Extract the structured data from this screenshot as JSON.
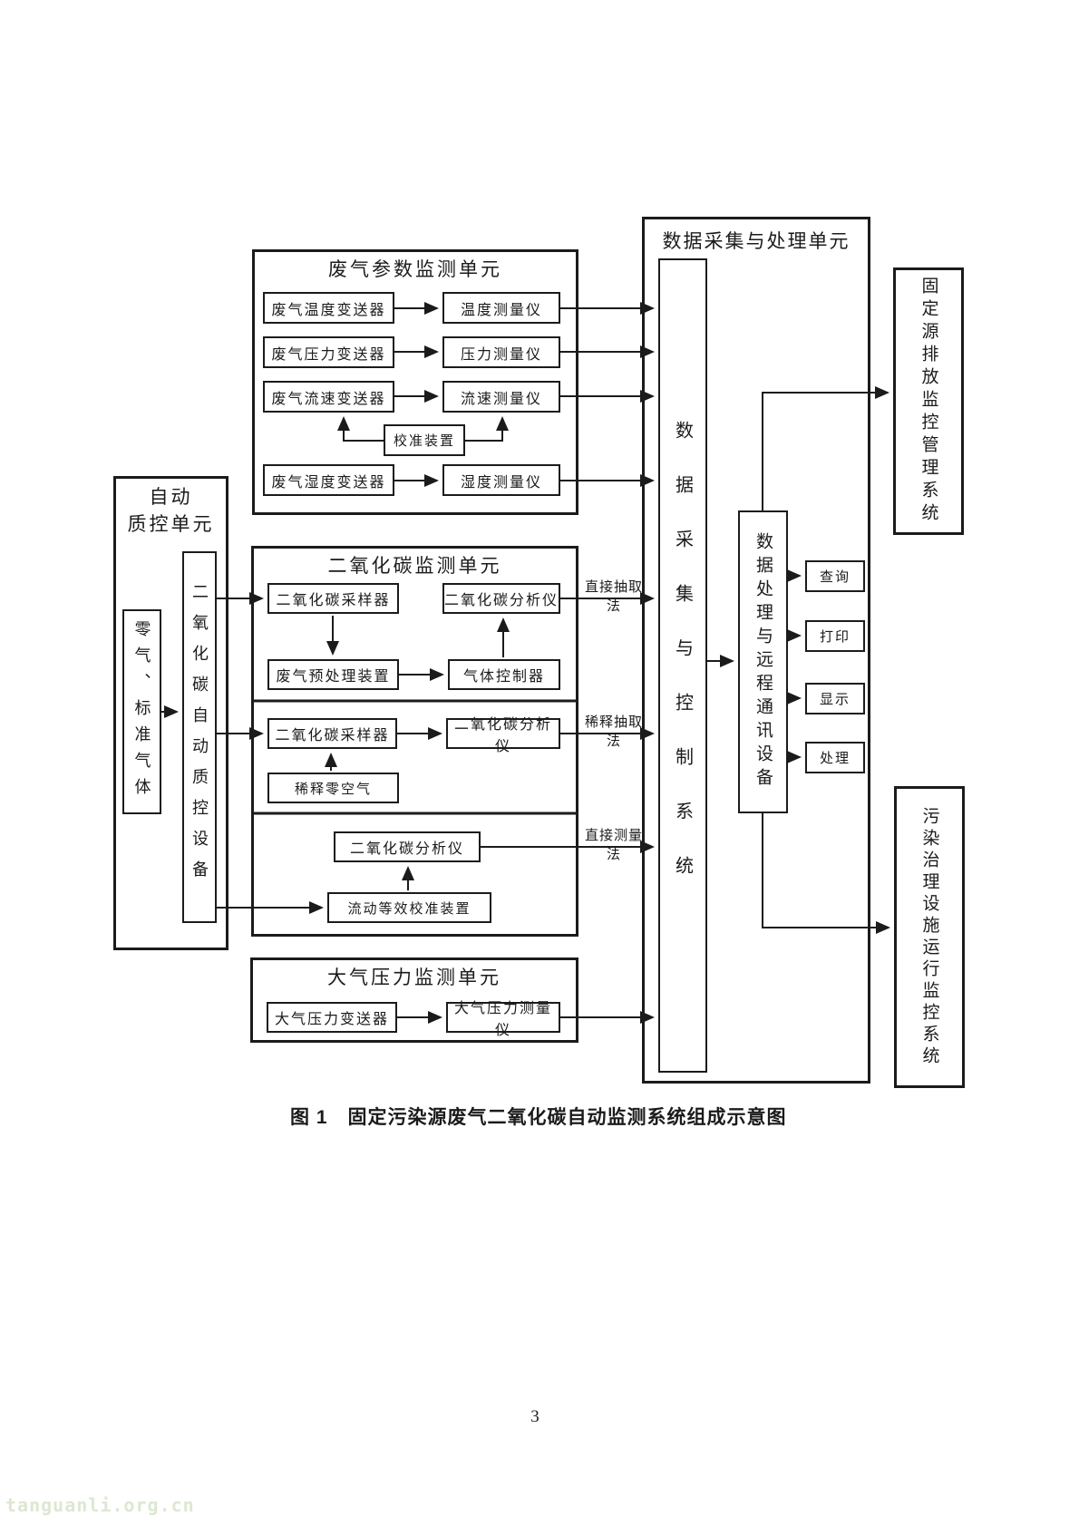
{
  "page": {
    "number": "3",
    "watermark": "tanguanli.org.cn",
    "caption": "图 1　固定污染源废气二氧化碳自动监测系统组成示意图"
  },
  "qc_unit": {
    "title": "自动\n质控单元",
    "zero_gas": "零气、标准气体",
    "qc_device": "二氧化碳自动质控设备"
  },
  "gas_param_unit": {
    "title": "废气参数监测单元",
    "temp_transmitter": "废气温度变送器",
    "temp_meter": "温度测量仪",
    "pressure_transmitter": "废气压力变送器",
    "pressure_meter": "压力测量仪",
    "velocity_transmitter": "废气流速变送器",
    "velocity_meter": "流速测量仪",
    "calibration_device": "校准装置",
    "humidity_transmitter": "废气湿度变送器",
    "humidity_meter": "湿度测量仪"
  },
  "co2_unit": {
    "title": "二氧化碳监测单元",
    "direct_extraction": {
      "sampler": "二氧化碳采样器",
      "analyzer": "二氧化碳分析仪",
      "pretreatment": "废气预处理装置",
      "gas_controller": "气体控制器",
      "method": "直接抽取法"
    },
    "dilution_extraction": {
      "sampler": "二氧化碳采样器",
      "analyzer": "二氧化碳分析仪",
      "zero_air": "稀释零空气",
      "method": "稀释抽取法"
    },
    "direct_measurement": {
      "analyzer": "二氧化碳分析仪",
      "flow_calibration": "流动等效校准装置",
      "method": "直接测量法"
    }
  },
  "pressure_unit": {
    "title": "大气压力监测单元",
    "transmitter": "大气压力变送器",
    "meter": "大气压力测量仪"
  },
  "daq_unit": {
    "title": "数据采集与处理单元",
    "control_system": "数据采集与控制系统",
    "comm_device": "数据处理与远程通讯设备",
    "functions": [
      "查询",
      "打印",
      "显示",
      "处理"
    ]
  },
  "external_systems": {
    "emission_mgmt": "固定源排放监控管理系统",
    "pollution_ops": "污染治理设施运行监控系统"
  }
}
